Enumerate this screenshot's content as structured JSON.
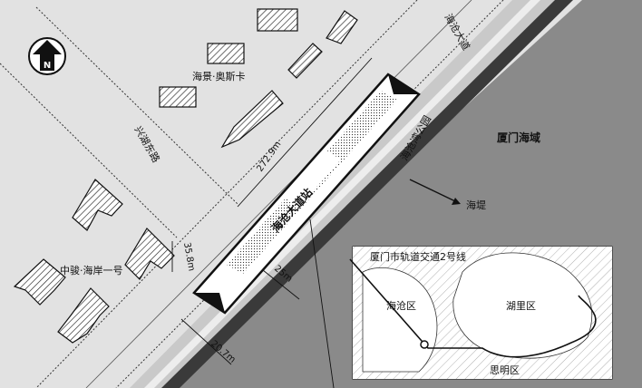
{
  "map": {
    "north_label": "N",
    "labels": {
      "haijing": "海景·奥斯卡",
      "xinglin_road": "兴湖东路",
      "haicang_avenue": "海沧大道",
      "haicang_bay_park": "海沧湾公园",
      "xiamen_sea": "厦门海域",
      "seawall": "海堤",
      "station": "海沧大道站",
      "zhongjun": "中骏·海岸一号",
      "dim_length": "272.9m",
      "dim_width": "35.8m",
      "dim_setback1": "25m",
      "dim_setback2": "20.7m"
    },
    "inset": {
      "title": "厦门市轨道交通2号线",
      "districts": {
        "haicang": "海沧区",
        "huli": "湖里区",
        "siming": "思明区"
      }
    },
    "colors": {
      "sea": "#8a8a8a",
      "land": "#e2e2e2",
      "park": "#c9c9c9",
      "seawall": "#3a3a3a",
      "building_fill": "#ffffff",
      "inset_water": "#bdbdbd"
    }
  }
}
